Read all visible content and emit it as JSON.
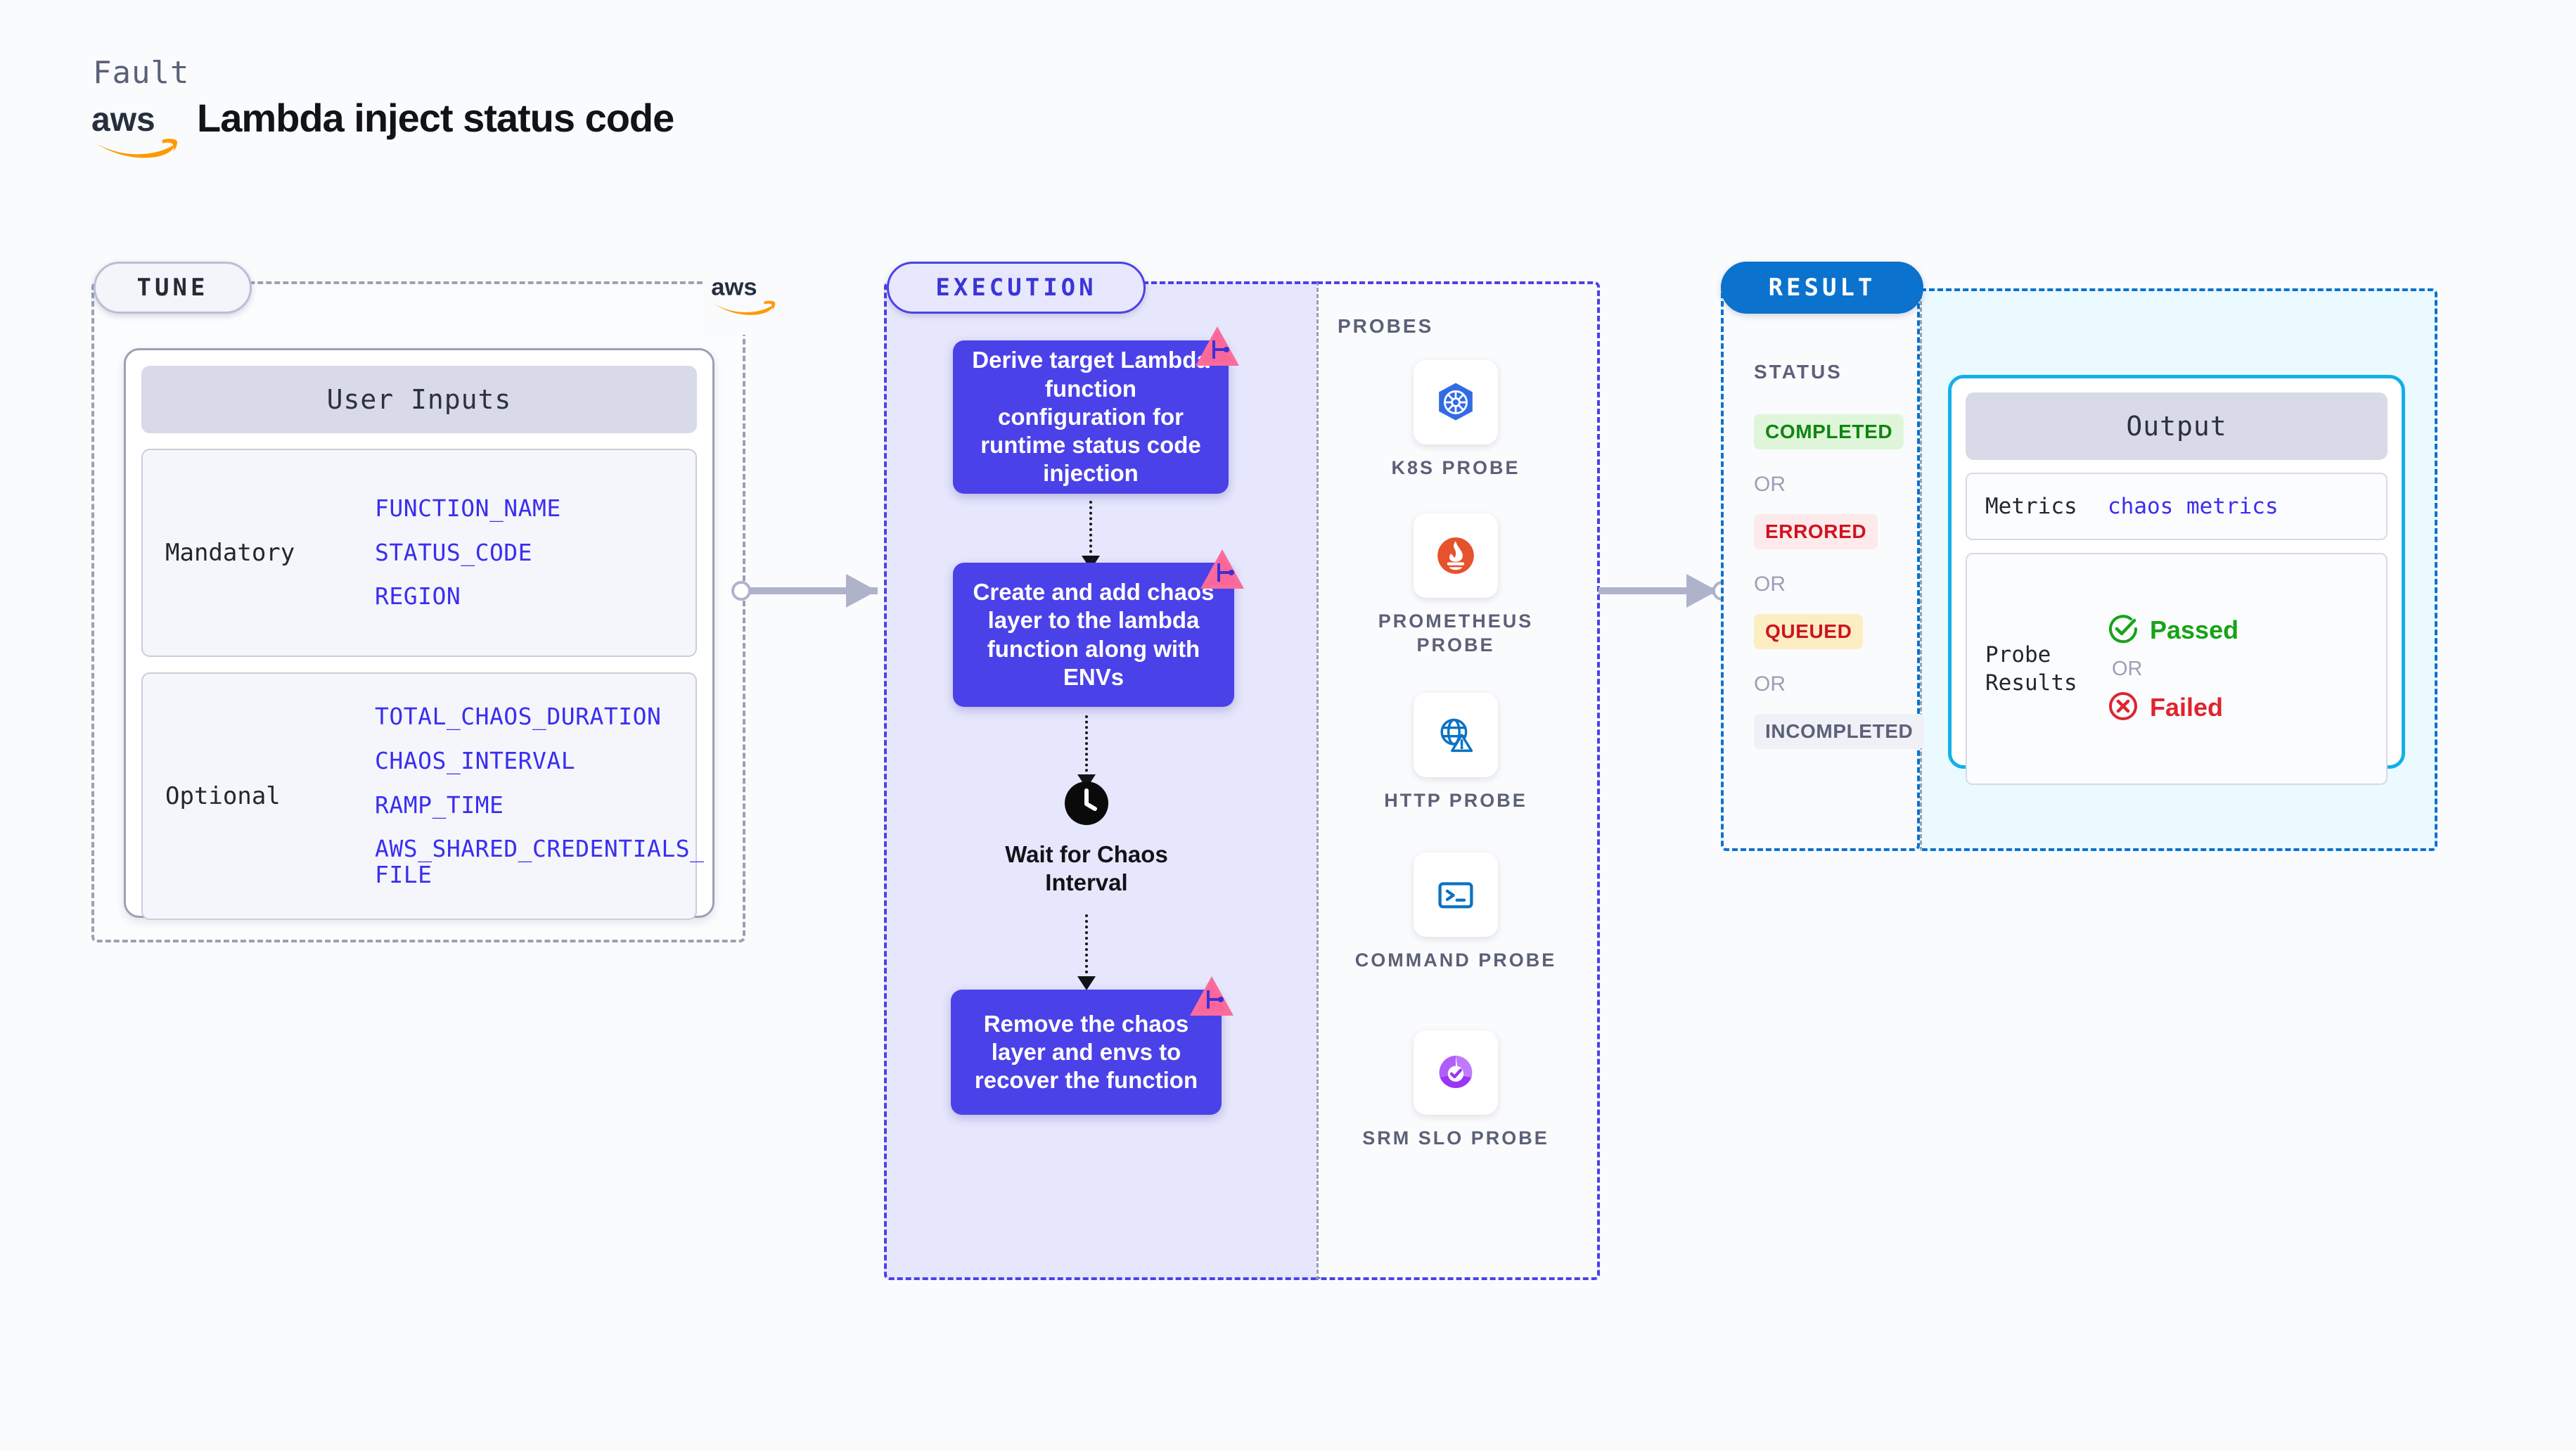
{
  "header": {
    "kicker": "Fault",
    "title": "Lambda inject status code",
    "logo_icon": "aws-logo"
  },
  "tune": {
    "pill_label": "TUNE",
    "card_title": "User Inputs",
    "groups": [
      {
        "label": "Mandatory",
        "params": [
          "FUNCTION_NAME",
          "STATUS_CODE",
          "REGION"
        ]
      },
      {
        "label": "Optional",
        "params": [
          "TOTAL_CHAOS_DURATION",
          "CHAOS_INTERVAL",
          "RAMP_TIME",
          "AWS_SHARED_CREDENTIALS_\nFILE"
        ]
      }
    ],
    "border_color": "#9aa1b4"
  },
  "execution": {
    "pill_label": "EXECUTION",
    "accent_color": "#4b41e8",
    "background_color": "#e6e7fc",
    "steps": [
      {
        "label": "Derive target Lambda function configuration for runtime status code injection",
        "badge_icon": "litmus-badge-icon"
      },
      {
        "label": "Create and add chaos layer to the lambda function along with ENVs",
        "badge_icon": "litmus-badge-icon"
      },
      {
        "label": "Remove the chaos layer and envs to recover the function",
        "badge_icon": "litmus-badge-icon"
      }
    ],
    "wait_step": {
      "icon": "clock-icon",
      "label": "Wait for Chaos Interval"
    }
  },
  "probes": {
    "title": "PROBES",
    "items": [
      {
        "label": "K8S PROBE",
        "icon": "kubernetes-icon"
      },
      {
        "label": "PROMETHEUS PROBE",
        "icon": "prometheus-icon"
      },
      {
        "label": "HTTP PROBE",
        "icon": "http-globe-warning-icon"
      },
      {
        "label": "COMMAND PROBE",
        "icon": "terminal-icon"
      },
      {
        "label": "SRM SLO PROBE",
        "icon": "srm-slo-icon"
      }
    ]
  },
  "result": {
    "pill_label": "RESULT",
    "accent_color": "#0b72ce",
    "status_title": "STATUS",
    "or_label": "OR",
    "statuses": [
      {
        "label": "COMPLETED",
        "text_color": "#118511",
        "bg_color": "#dff6da"
      },
      {
        "label": "ERRORED",
        "text_color": "#cf1322",
        "bg_color": "#fdeaea"
      },
      {
        "label": "QUEUED",
        "text_color": "#cf1322",
        "bg_color": "#fdedc2"
      },
      {
        "label": "INCOMPLETED",
        "text_color": "#5b6178",
        "bg_color": "#f0f1f7"
      }
    ]
  },
  "output": {
    "card_title": "Output",
    "border_color": "#12b0e8",
    "metrics": {
      "key": "Metrics",
      "value": "chaos metrics"
    },
    "probe_results": {
      "key": "Probe Results",
      "or_label": "OR",
      "passed": {
        "label": "Passed",
        "icon": "check-circle-icon",
        "color": "#17a317"
      },
      "failed": {
        "label": "Failed",
        "icon": "x-circle-icon",
        "color": "#e0232e"
      }
    }
  }
}
